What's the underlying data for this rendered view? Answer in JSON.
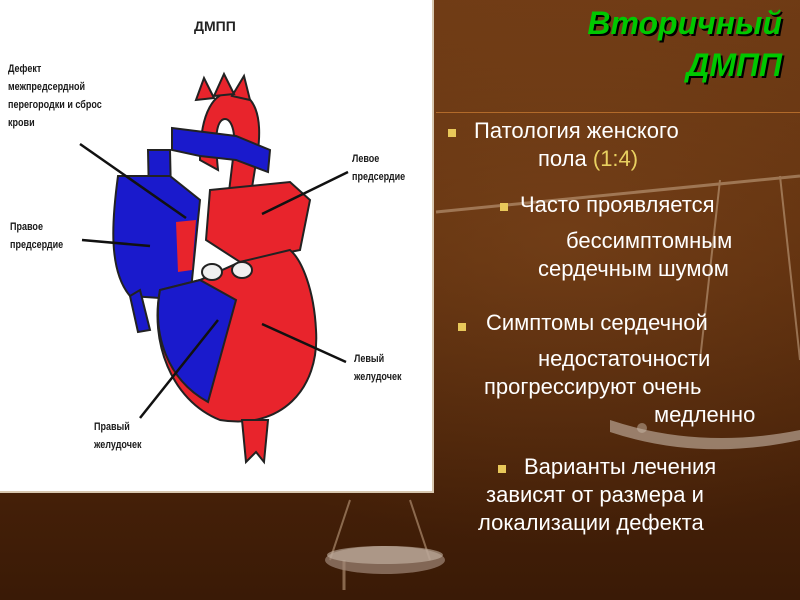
{
  "title": {
    "line1": "Вторичный",
    "line2": "ДМПП"
  },
  "diagram": {
    "title": "ДМПП",
    "labels": {
      "defect": "Дефект\nмежпредсердной\nперегородки и сброс\nкрови",
      "right_atrium": "Правое\nпредсердие",
      "left_atrium": "Левое\nпредсердие",
      "left_ventricle": "Левый\nжелудочек",
      "right_ventricle": "Правый\nжелудочек"
    }
  },
  "bullets": {
    "b1_l1": "Патология женского",
    "b1_l2": "пола",
    "b1_ratio": "(1:4)",
    "b2_l1": "Часто проявляется",
    "b2_l2": "бессимптомным",
    "b2_l3": "сердечным шумом",
    "b3_l1": "Симптомы сердечной",
    "b3_l2": "недостаточности",
    "b3_l3": "прогрессируют очень",
    "b3_l4": "медленно",
    "b4_l1": "Варианты лечения",
    "b4_l2": "зависят от размера и",
    "b4_l3": "локализации дефекта"
  },
  "colors": {
    "title": "#00c800",
    "bullet_marker": "#e8c85a",
    "text": "#ffffff",
    "ratio": "#e8d060",
    "oxygenated": "#e8242c",
    "deoxygenated": "#1a1acc"
  }
}
